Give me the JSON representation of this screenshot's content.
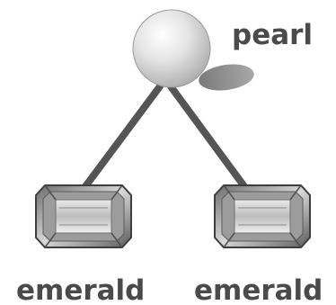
{
  "nodes": {
    "root": {
      "label": "pearl"
    },
    "left_child": {
      "label": "emerald"
    },
    "right_child": {
      "label": "emerald"
    }
  },
  "colors": {
    "edge": "#555555",
    "label": "#4a4a4a",
    "pearl_shadow": "#8f8f8f"
  }
}
